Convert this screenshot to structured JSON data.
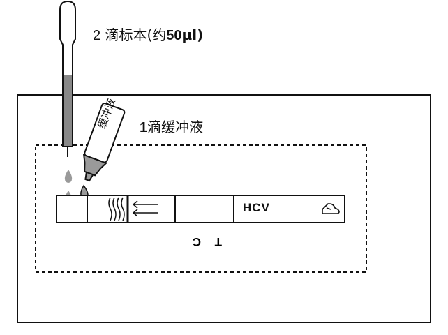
{
  "instructions": {
    "sample_step": {
      "count": "2",
      "text": "滴标本(约",
      "volume": "50",
      "unit": "μl)"
    },
    "buffer_step": {
      "count": "1",
      "text": "滴缓冲液"
    }
  },
  "buffer_bottle": {
    "label": "缓冲液"
  },
  "test_strip": {
    "analyte": "HCV",
    "line_t": "T",
    "line_c": "C"
  },
  "colors": {
    "outline": "#111111",
    "liquid": "#888888",
    "drop": "#9a9a9a"
  },
  "icons": [
    "pipette-icon",
    "dropper-bottle-icon",
    "hand-icon",
    "arrow-icon"
  ]
}
